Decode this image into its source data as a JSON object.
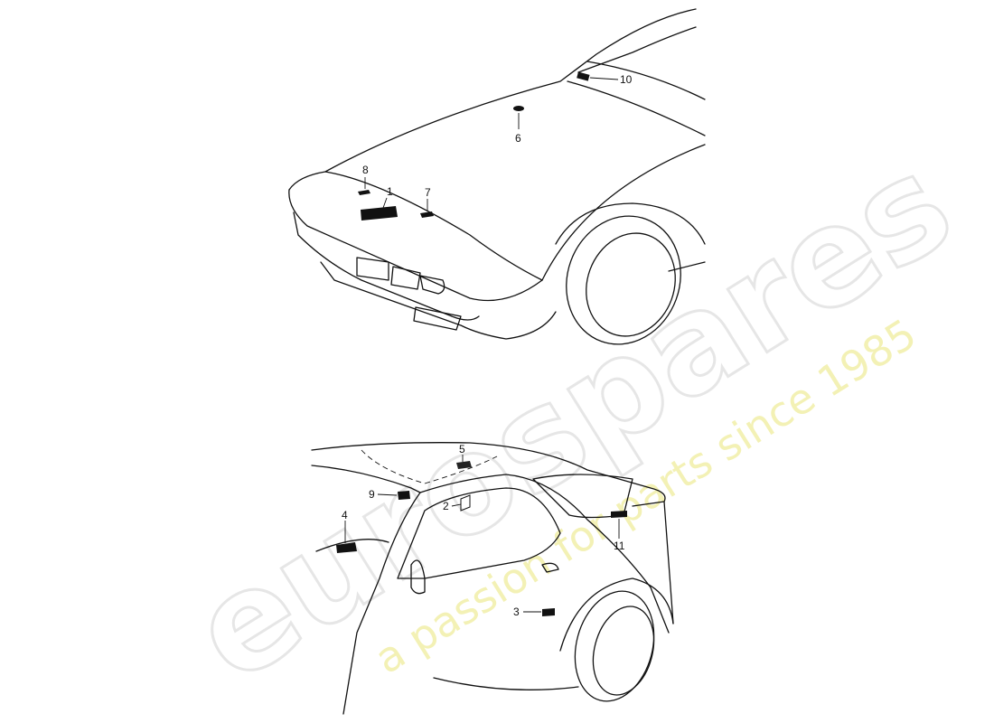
{
  "watermark": {
    "brand": "eurospares",
    "tagline": "a passion for parts since 1985",
    "brand_color": "#e6e6e6",
    "tagline_color": "#f3f1b5"
  },
  "callouts": [
    {
      "number": "1"
    },
    {
      "number": "2"
    },
    {
      "number": "3"
    },
    {
      "number": "4"
    },
    {
      "number": "5"
    },
    {
      "number": "6"
    },
    {
      "number": "7"
    },
    {
      "number": "8"
    },
    {
      "number": "9"
    },
    {
      "number": "10"
    },
    {
      "number": "11"
    }
  ]
}
